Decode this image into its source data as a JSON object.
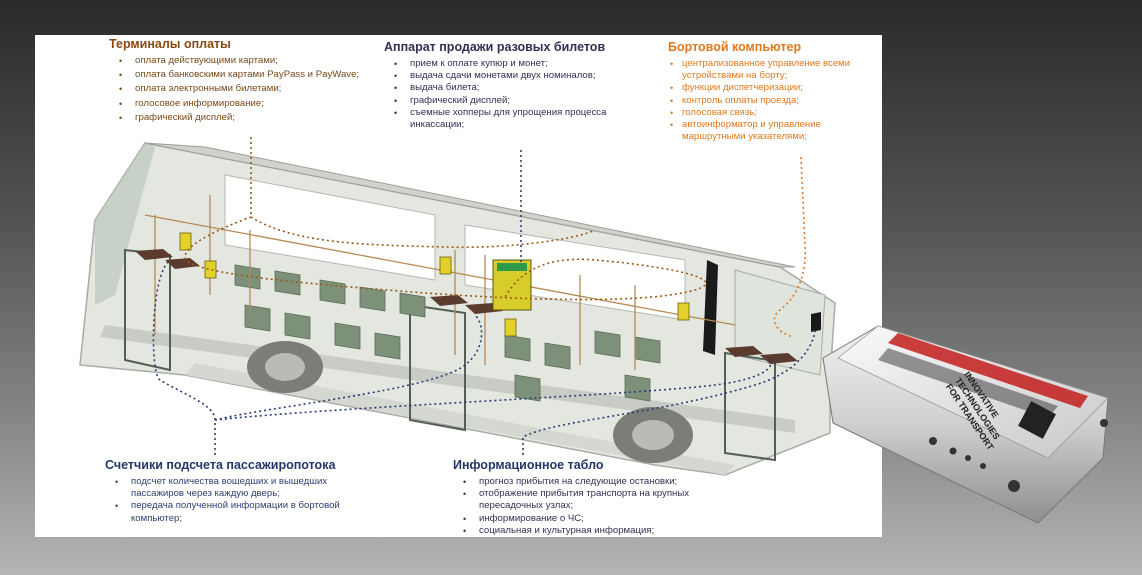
{
  "terminals": {
    "title": "Терминалы оплаты",
    "items": [
      "оплата действующими картами;",
      "оплата банковскими картами PayPass и  PayWave;",
      "оплата электронными билетами;",
      "голосовое информирование;",
      "графический дисплей;"
    ]
  },
  "vending": {
    "title": "Аппарат продажи разовых билетов",
    "items": [
      "прием к оплате купюр и монет;",
      "выдача сдачи монетами двух номиналов;",
      "выдача билета;",
      "графический дисплей;",
      "съемные хопперы для упрощения процесса инкассации;"
    ]
  },
  "onboard": {
    "title": "Бортовой компьютер",
    "items": [
      "централизованное управление всеми устройствами на борту;",
      "функции диспетчеризации;",
      "контроль оплаты проезда;",
      "голосовая связь;",
      "автоинформатор и управление маршрутными указателями;"
    ]
  },
  "counters": {
    "title": "Счетчики подсчета пассажиропотока",
    "items": [
      "подсчет количества вошедших и вышедших пассажиров через каждую дверь;",
      "передача полученной информации в бортовой компьютер;"
    ]
  },
  "display": {
    "title": "Информационное табло",
    "items": [
      "прогноз прибытия на следующие остановки;",
      "отображение прибытия транспорта на крупных пересадочных узлах;",
      "информирование о ЧС;",
      "социальная и культурная информация;"
    ]
  },
  "device": {
    "label_line1": "INNOVATIVE",
    "label_line2": "TECHNOLOGIES",
    "label_line3": "FOR TRANSPORT"
  },
  "colors": {
    "terminals": "#8a4a12",
    "vending": "#3a2c55",
    "onboard": "#e07a1f",
    "counters": "#243766"
  }
}
